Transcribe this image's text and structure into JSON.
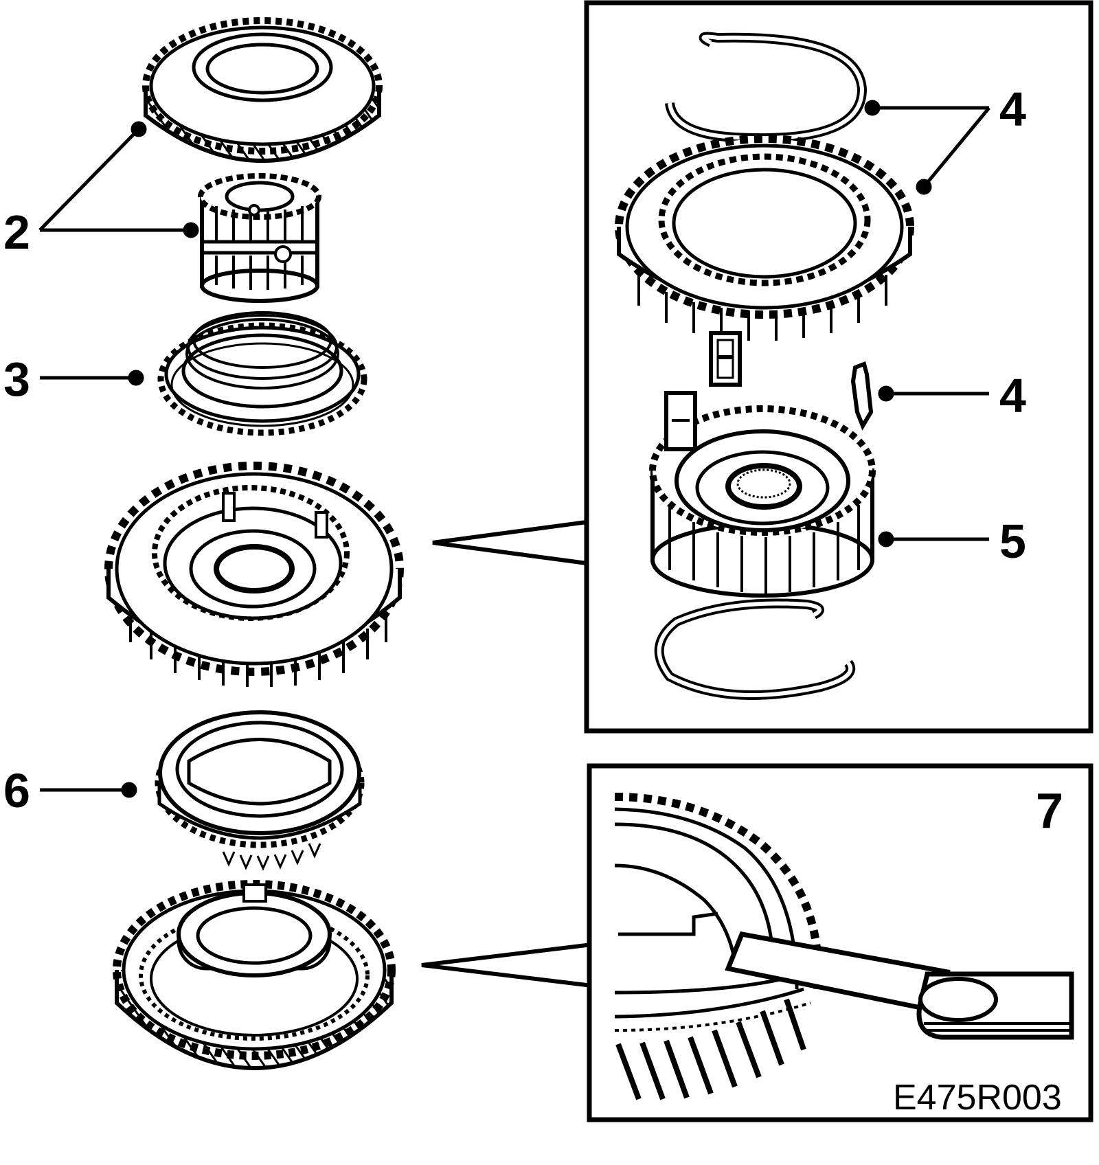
{
  "callouts": {
    "c2": "2",
    "c3": "3",
    "c4a": "4",
    "c4b": "4",
    "c5": "5",
    "c6": "6",
    "c7": "7"
  },
  "figure_code": "E475R003",
  "colors": {
    "ink": "#000000",
    "paper": "#ffffff"
  }
}
